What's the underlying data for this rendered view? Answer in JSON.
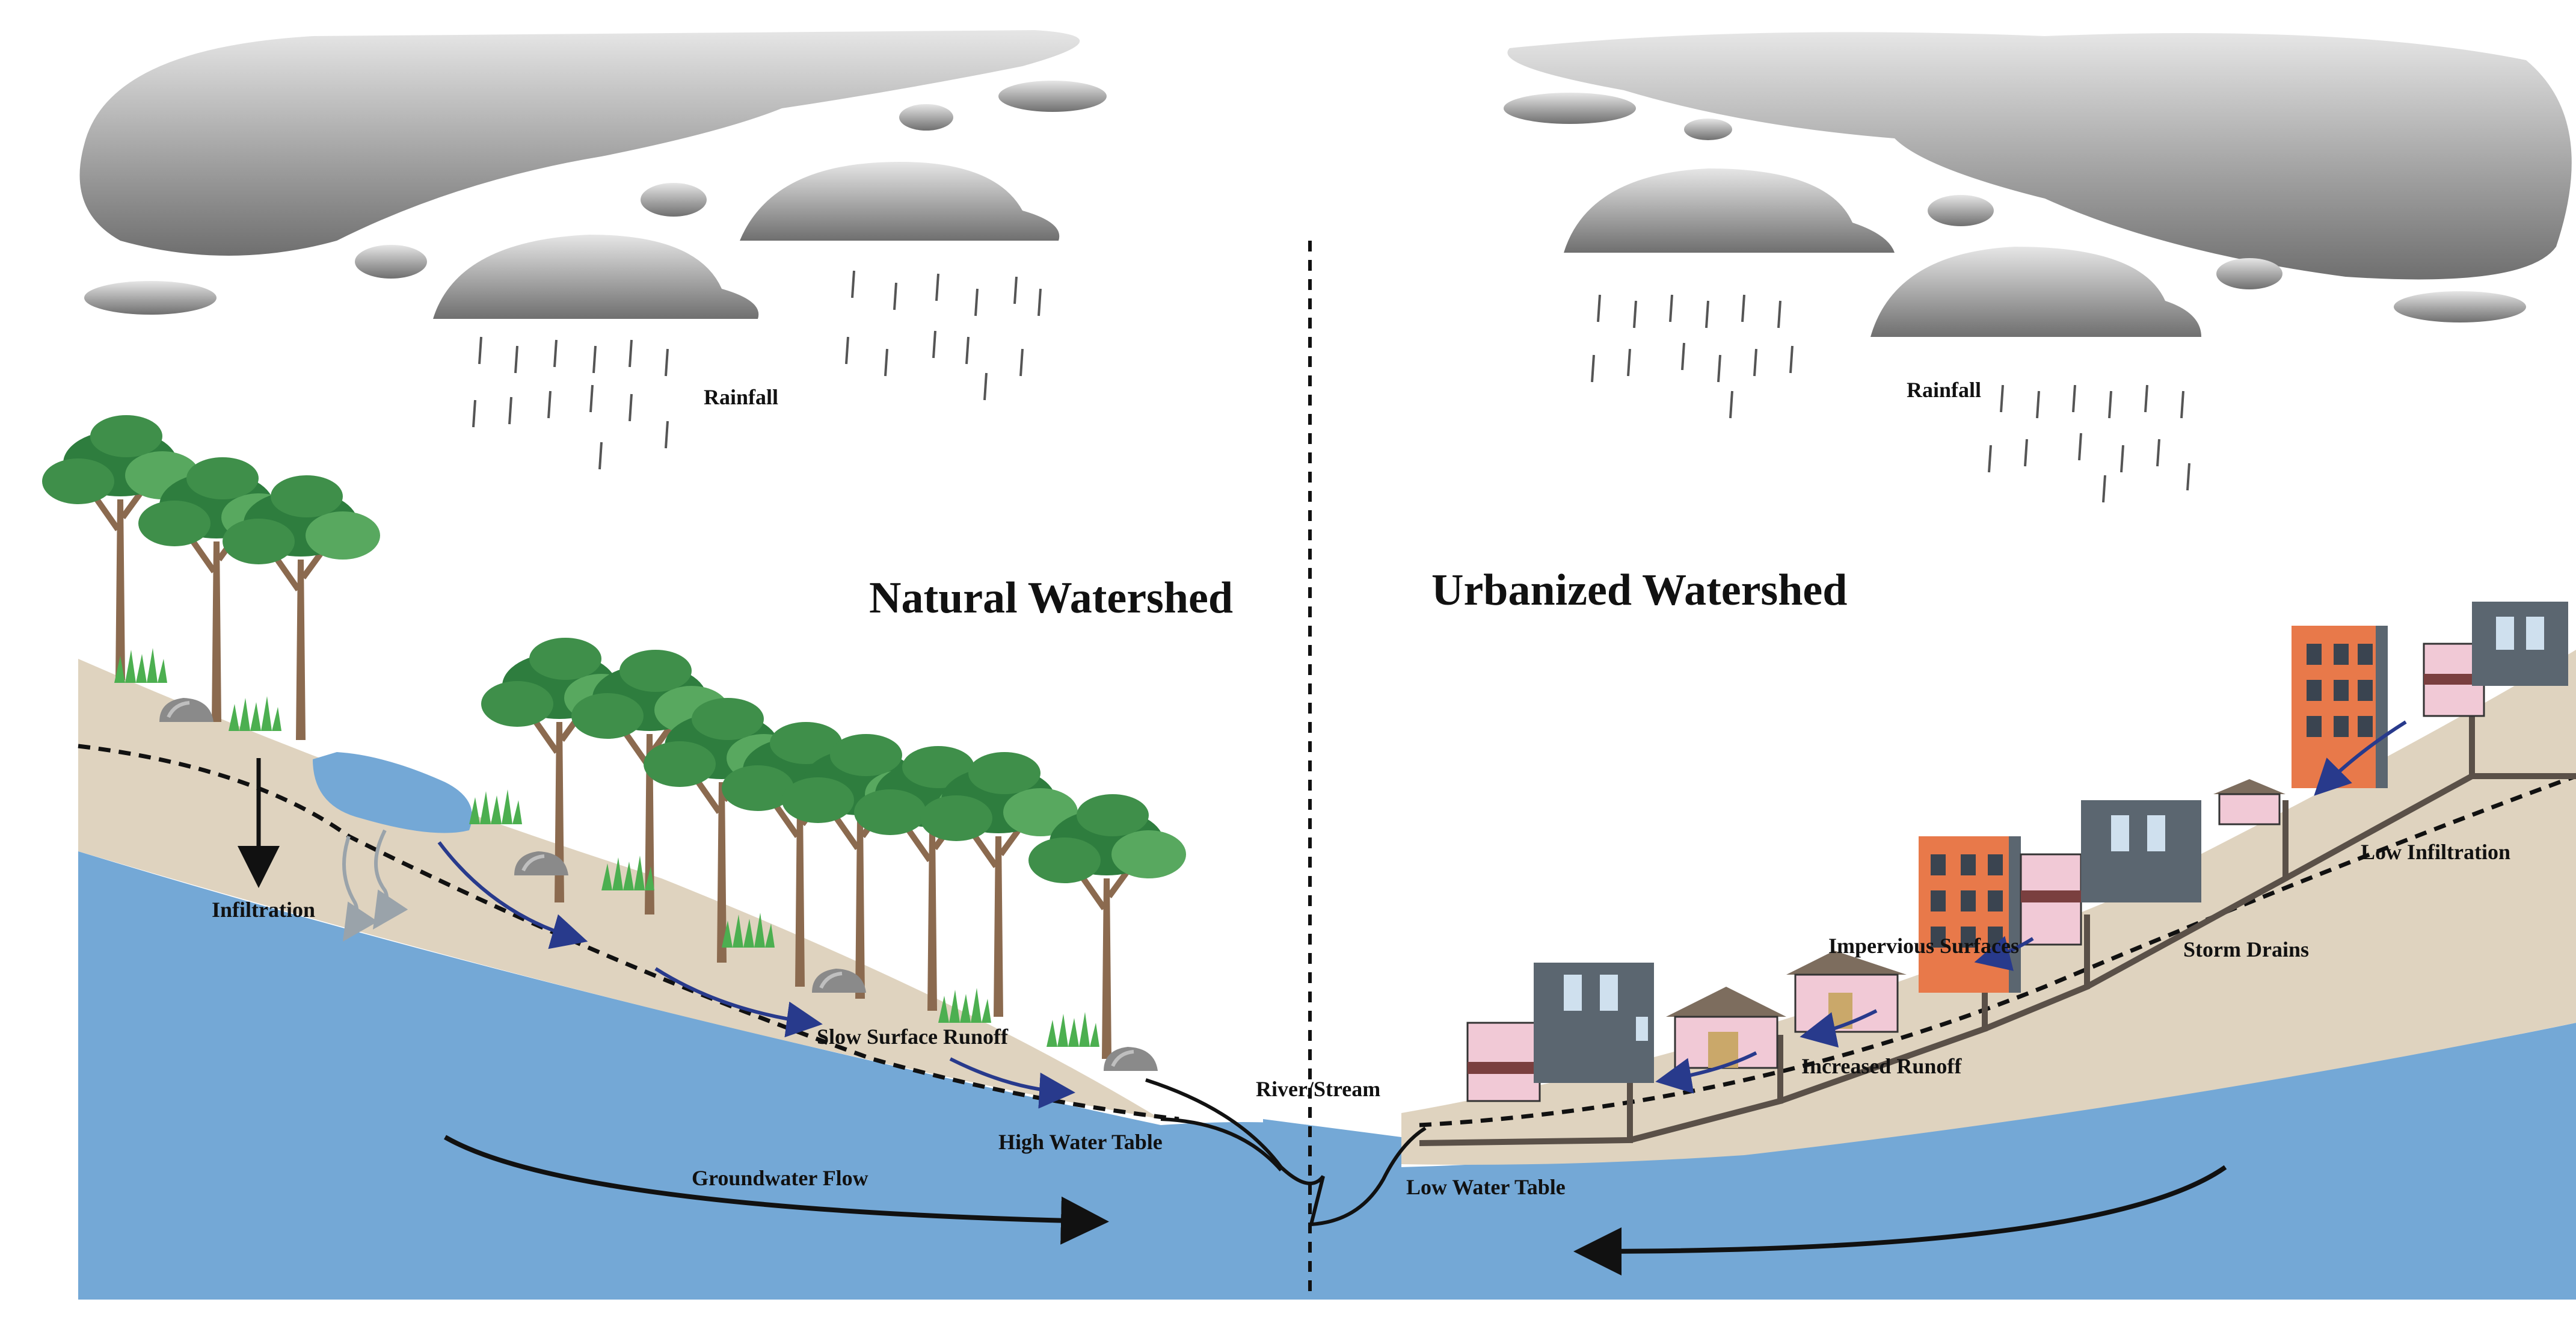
{
  "natural": {
    "title": "Natural Watershed",
    "rainfall": "Rainfall",
    "infiltration": "Infiltration",
    "slow_runoff": "Slow Surface Runoff",
    "high_water_table": "High Water Table",
    "groundwater_flow": "Groundwater Flow"
  },
  "river": "River/Stream",
  "urban": {
    "title": "Urbanized Watershed",
    "rainfall": "Rainfall",
    "impervious": "Impervious Surfaces",
    "storm_drains": "Storm Drains",
    "low_infiltration": "Low Infiltration",
    "increased_runoff": "Increased Runoff",
    "low_water_table": "Low Water Table"
  },
  "colors": {
    "water": "#74a8d6",
    "soil": "#dfd3bf",
    "cloud": "#8f8f8f",
    "foliage": "#2e7d3e",
    "foliage_light": "#58a85f",
    "trunk": "#8b6a4f",
    "runoff_arrow": "#283a8c",
    "building_orange": "#e8794a",
    "building_gray": "#5b6670",
    "building_pink": "#f1c9d6"
  },
  "icons": [
    "cloud-icon",
    "tree-icon",
    "rock-icon",
    "building-icon",
    "house-icon"
  ]
}
